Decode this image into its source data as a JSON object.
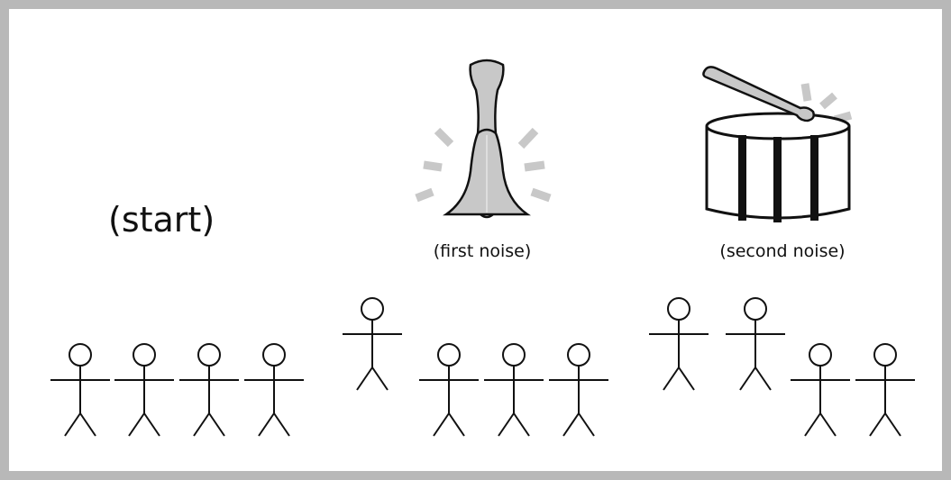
{
  "labels": {
    "start": "(start)",
    "first_noise": "(first noise)",
    "second_noise": "(second noise)"
  },
  "icons": {
    "first_noise": "bell-icon",
    "second_noise": "drum-icon",
    "person": "stick-figure-icon"
  },
  "colors": {
    "frame": "#b8b8b8",
    "icon_fill": "#c8c8c8",
    "sound_lines": "#c8c8c8",
    "stroke": "#111111"
  },
  "figures": {
    "start_group_count": 4,
    "first_noise_group_count": 4,
    "second_noise_group_count": 4
  }
}
